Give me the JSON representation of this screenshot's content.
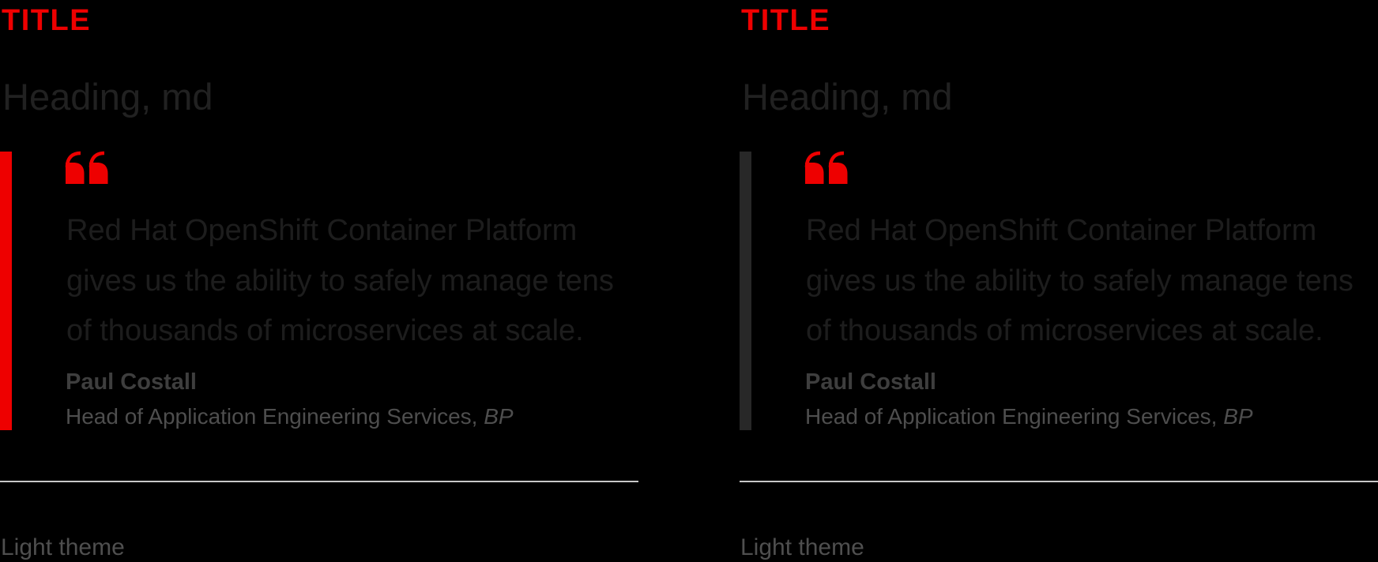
{
  "colors": {
    "background": "#000000",
    "accent_red": "#ee0000",
    "accent_bar_left": "#ee0000",
    "accent_bar_right": "#282828",
    "heading_text": "#212121",
    "quote_text": "#1d1d1d",
    "name_text": "#3e3e3e",
    "role_text": "#4e4e4e",
    "divider": "#c8c8c8",
    "theme_label_text": "#4f4f4f"
  },
  "panels": [
    {
      "kicker": "TITLE",
      "heading": "Heading, md",
      "quote_full": "Red Hat OpenShift Container Platform gives us the ability to safely manage tens of thousands of microservices at scale.",
      "quote_lines": {
        "line1": "Red Hat OpenShift Container Platform",
        "line2": "gives us the ability to safely manage tens",
        "line3": "of thousands of microservices at scale."
      },
      "attribution_name": "Paul Costall",
      "attribution_role": "Head of Application Engineering Services, ",
      "attribution_org": "BP",
      "theme_label": "Light theme",
      "accent_bar_color": "#ee0000"
    },
    {
      "kicker": "TITLE",
      "heading": "Heading, md",
      "quote_full": "Red Hat OpenShift Container Platform gives us the ability to safely manage tens of thousands of microservices at scale.",
      "quote_lines": {
        "line1": "Red Hat OpenShift Container Platform",
        "line2": "gives us the ability to safely manage tens",
        "line3": "of thousands of microservices at scale."
      },
      "attribution_name": "Paul Costall",
      "attribution_role": "Head of Application Engineering Services, ",
      "attribution_org": "BP",
      "theme_label": "Light theme",
      "accent_bar_color": "#282828"
    }
  ]
}
